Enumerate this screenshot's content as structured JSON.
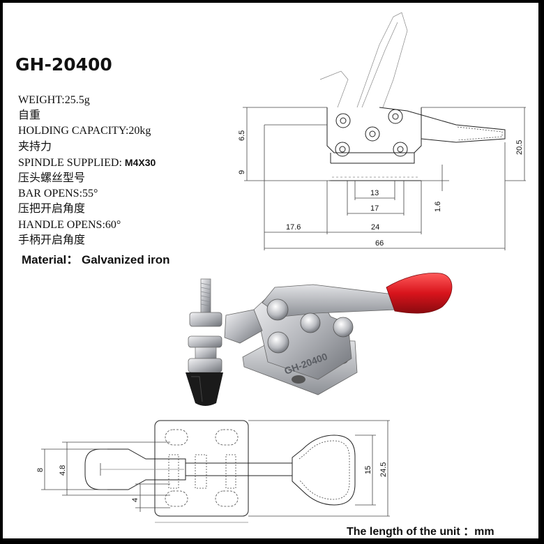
{
  "title": "GH-20400",
  "specs": {
    "weight": "WEIGHT:25.5g",
    "weight_cn": "自重",
    "holding": "HOLDING CAPACITY:20kg",
    "holding_cn": "夹持力",
    "spindle_label": "SPINDLE SUPPLIED:",
    "spindle_value": "M4X30",
    "spindle_cn": "压头螺丝型号",
    "bar_opens": "BAR OPENS:55°",
    "bar_opens_cn": "压把开启角度",
    "handle_opens": "HANDLE OPENS:60°",
    "handle_opens_cn": "手柄开启角度"
  },
  "material": "Material： Galvanized iron",
  "unit_note": "The length of the unit ：mm",
  "side_view_dims": {
    "d6_5": "6.5",
    "d9": "9",
    "d13": "13",
    "d17": "17",
    "d1_6": "1.6",
    "d17_6": "17.6",
    "d24": "24",
    "d66": "66",
    "d20_5": "20.5"
  },
  "top_view_dims": {
    "d8": "8",
    "d4_8": "4.8",
    "d4": "4",
    "d15": "15",
    "d24_5": "24.5"
  },
  "photo": {
    "engraving": "GH-20400",
    "handle_color": "#d8141c",
    "tip_color": "#1a1a1a"
  }
}
